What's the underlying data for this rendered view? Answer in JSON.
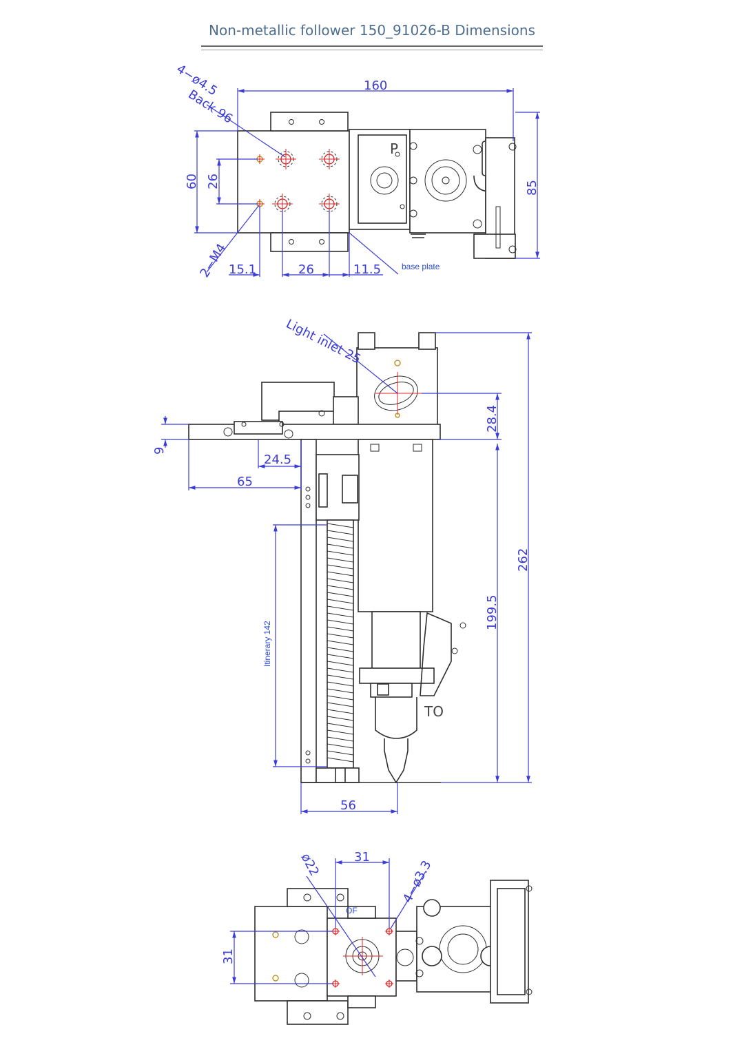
{
  "title": "Non-metallic follower 150_91026-B Dimensions",
  "top_view": {
    "d_width": "160",
    "d_height": "85",
    "d_left_outer": "60",
    "d_left_inner": "26",
    "d_bottom_1": "15.1",
    "d_bottom_2": "26",
    "d_bottom_3": "11.5",
    "lbl_holes": "4−ø4.5",
    "lbl_back": "Back 96",
    "lbl_m4": "2−M4",
    "lbl_base": "base plate",
    "mark_p": "P"
  },
  "side_view": {
    "lbl_inlet": "Light inlet 25",
    "d_28": "28.4",
    "d_262": "262",
    "d_199": "199.5",
    "d_9": "9",
    "d_24": "24.5",
    "d_65": "65",
    "lbl_itinerary": "Itinerary 142",
    "d_56": "56",
    "mark_to": "TO"
  },
  "bottom_view": {
    "d_31_top": "31",
    "d_31_left": "31",
    "lbl_d22": "ø22",
    "lbl_holes": "4−ø3.3",
    "mark_of": "OF"
  },
  "colors": {
    "dimension": "#3b3bd6",
    "title": "#4f6e8f",
    "outline": "#2d2d2d",
    "centerline": "#e02020"
  }
}
